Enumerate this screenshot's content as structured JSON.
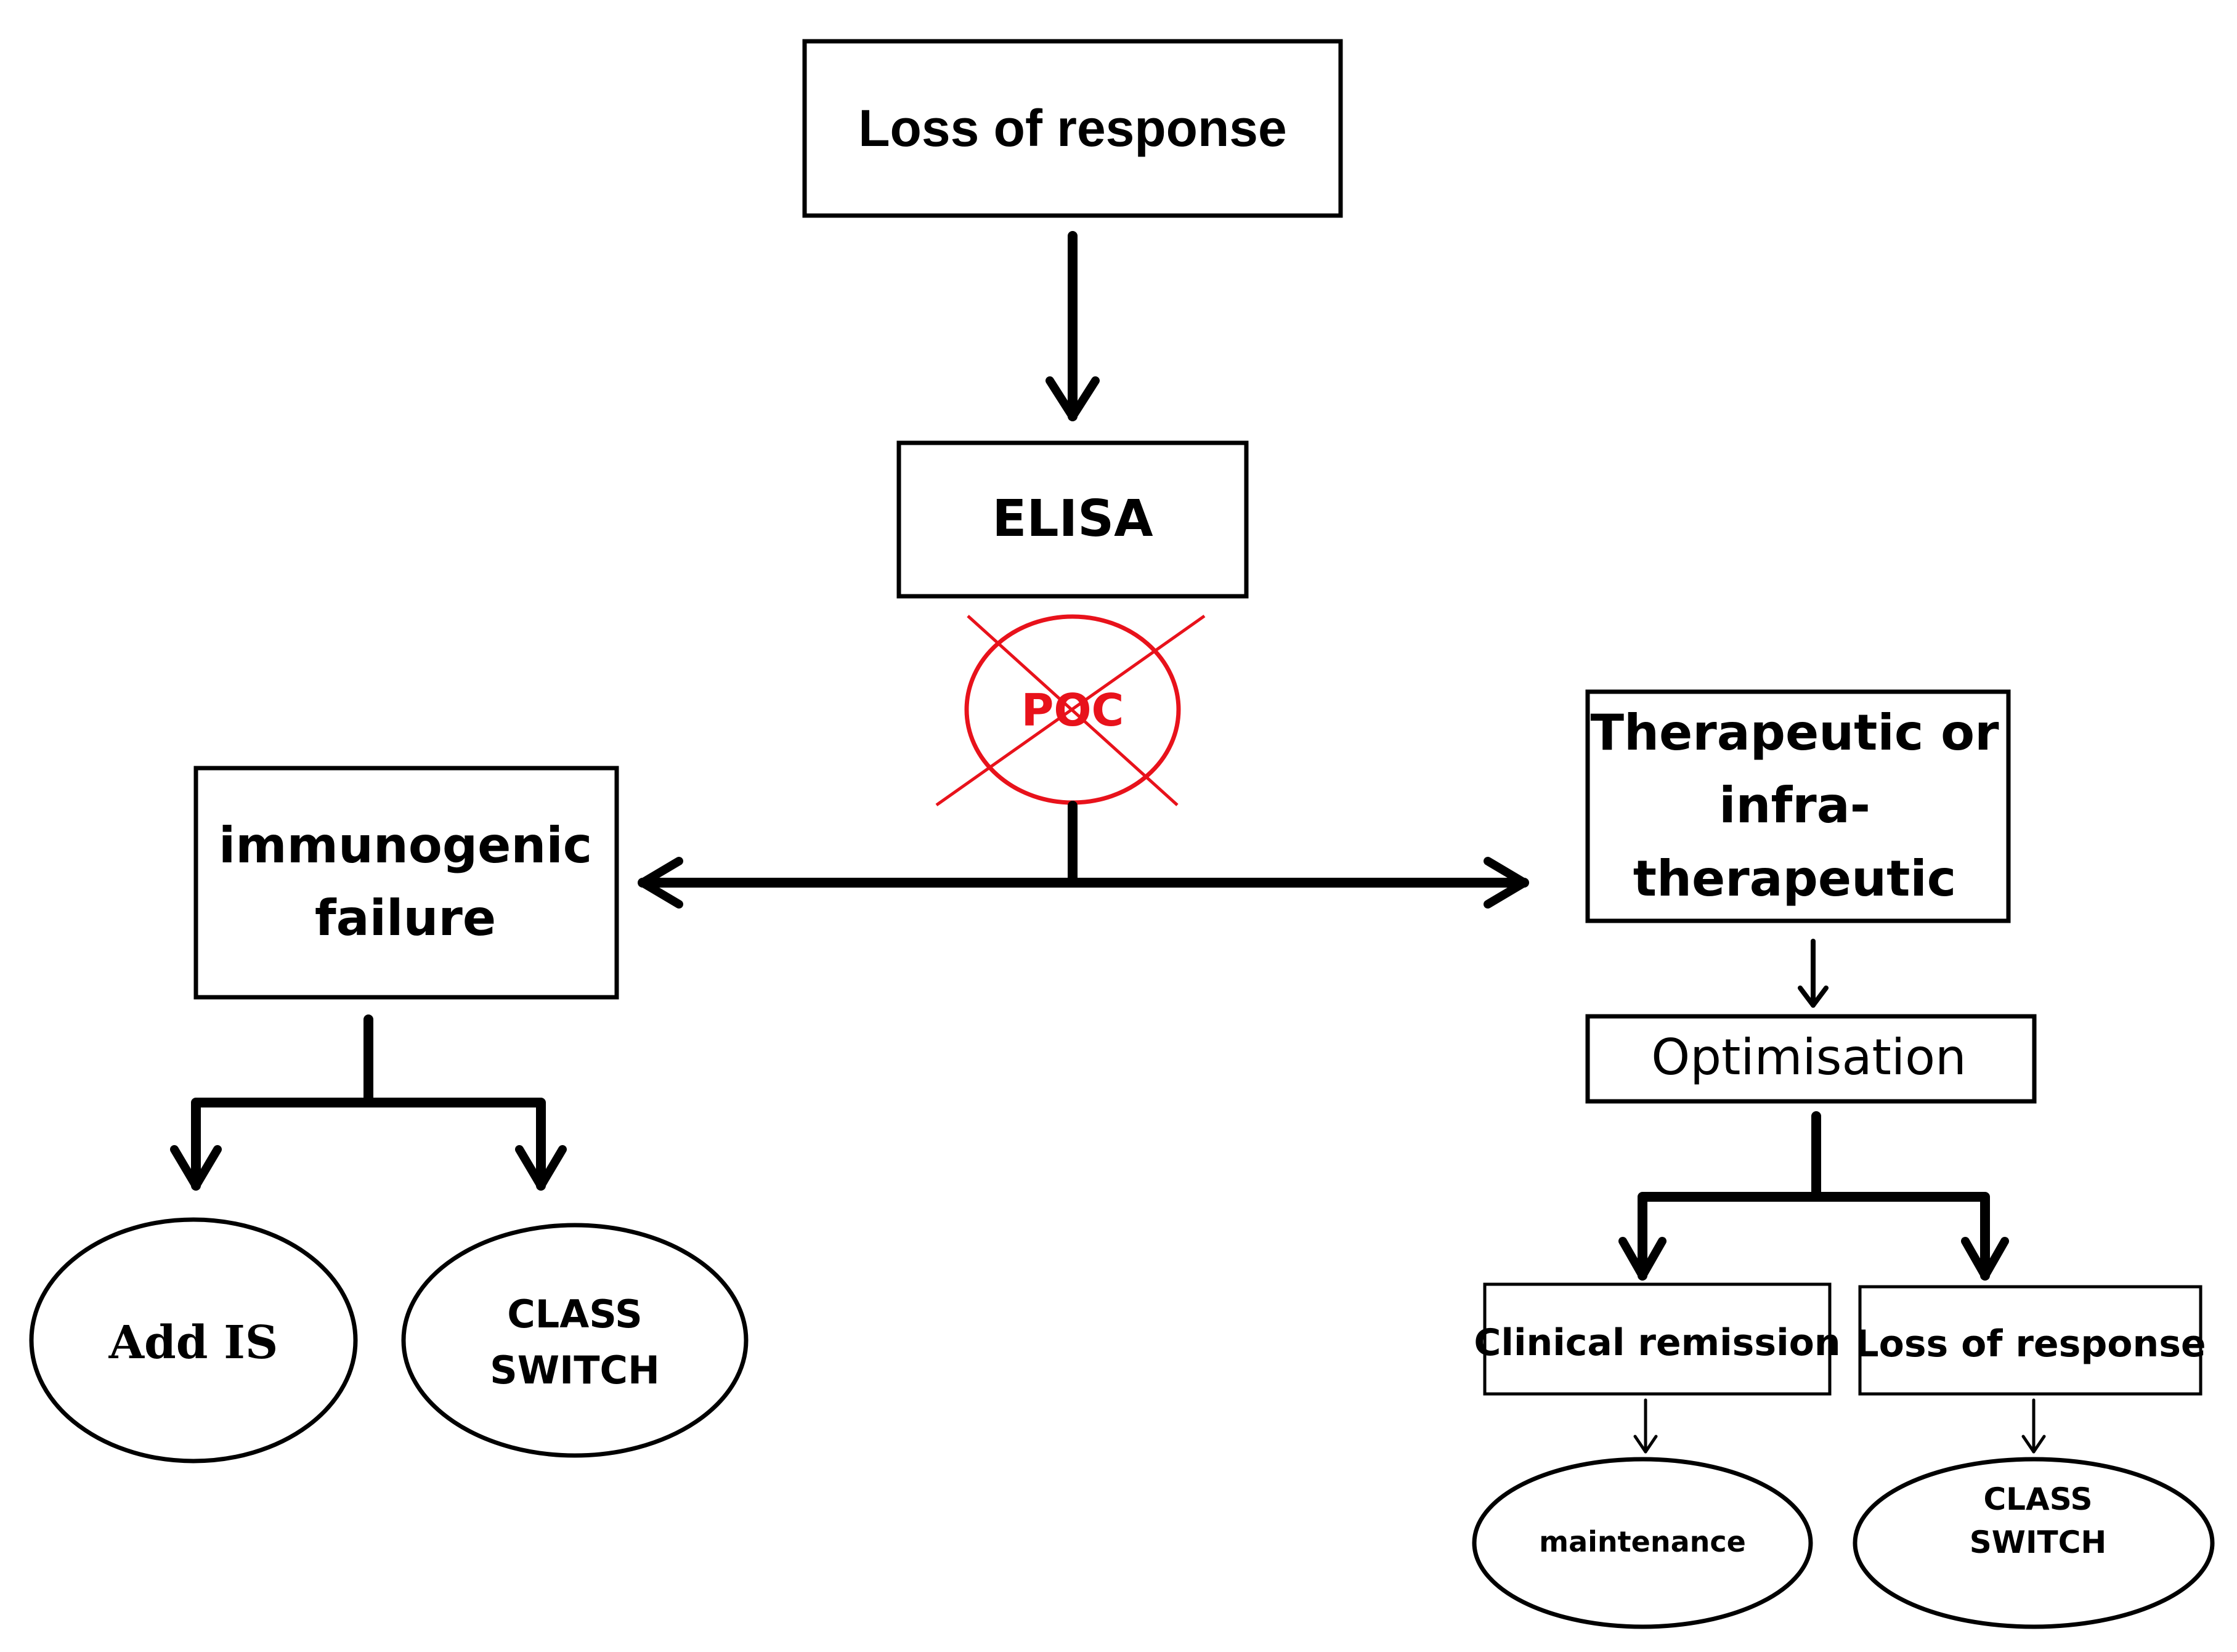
{
  "nodes": {
    "loss_of_response_top": "Loss of response",
    "elisa": "ELISA",
    "poc": "POC",
    "therapeutic_line1": "Therapeutic or",
    "therapeutic_line2": "infra-",
    "therapeutic_line3": "therapeutic",
    "immunogenic_line1": "immunogenic",
    "immunogenic_line2": "failure",
    "optimisation": "Optimisation",
    "add_is": "Add IS",
    "class_switch_left_line1": "CLASS",
    "class_switch_left_line2": "SWITCH",
    "clinical_remission": "Clinical remission",
    "loss_of_response_right": "Loss of response",
    "maintenance": "maintenance",
    "class_switch_right_line1": "CLASS",
    "class_switch_right_line2": "SWITCH"
  },
  "colors": {
    "ink": "#000000",
    "poc_red": "#e8121b",
    "background": "#ffffff"
  }
}
